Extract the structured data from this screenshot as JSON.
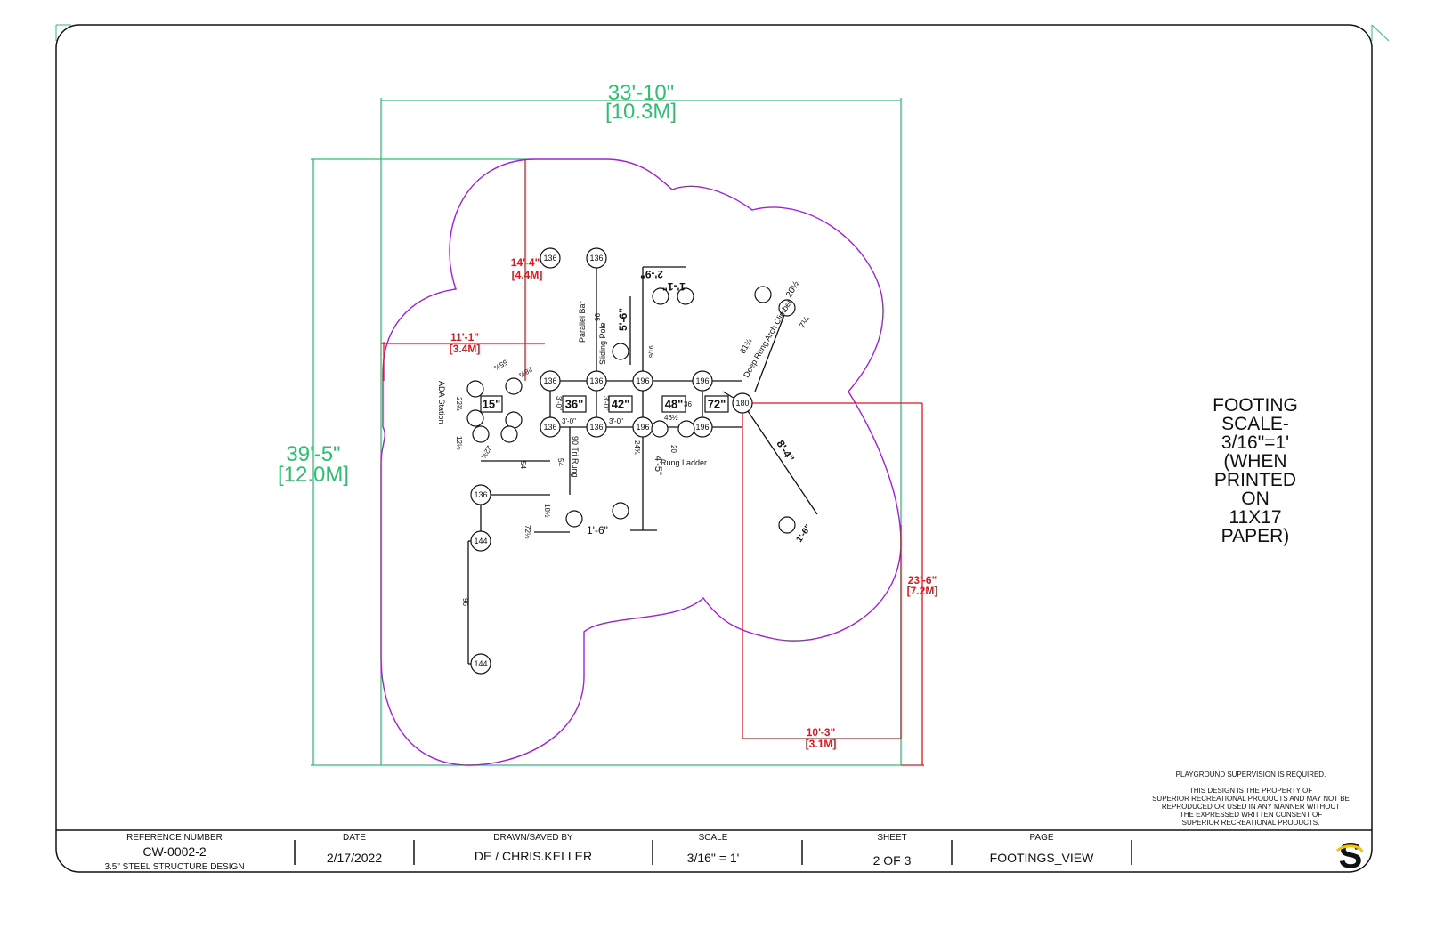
{
  "dimensions": {
    "width_total": {
      "imperial": "33'-10\"",
      "metric": "[10.3M]"
    },
    "height_total": {
      "imperial": "39'-5\"",
      "metric": "[12.0M]"
    },
    "top_offset": {
      "imperial": "14'-4\"",
      "metric": "[4.4M]"
    },
    "left_offset": {
      "imperial": "11'-1\"",
      "metric": "[3.4M]"
    },
    "right_height": {
      "imperial": "23'-6\"",
      "metric": "[7.2M]"
    },
    "bottom_width": {
      "imperial": "10'-3\"",
      "metric": "[3.1M]"
    }
  },
  "component_labels": {
    "ada": "ADA Station",
    "parallel_bar": "Parallel Bar",
    "sliding_pole": "Sliding Pole",
    "tri_rung": "90 Tri Rung",
    "rung_ladder": "Rung Ladder",
    "arch_climber": "Deep Rung Arch Climber"
  },
  "deck_heights": [
    "15\"",
    "36\"",
    "42\"",
    "48\"",
    "72\""
  ],
  "footing_labels": [
    "136",
    "136",
    "136",
    "136",
    "136",
    "136",
    "196",
    "196",
    "196",
    "196",
    "180",
    "144",
    "144",
    "136"
  ],
  "small_dims": {
    "a": "2'-9\"",
    "b": "1'-1\"",
    "c": "20½",
    "d": "7¼",
    "e": "81¾",
    "f": "8'-4\"",
    "g": "1'-6\"",
    "h": "3'-0\"",
    "i": "3'-0\"",
    "j": "3'-0\"",
    "k": "3'-0\"",
    "l": "1'-6\"",
    "m": "4'-5\"",
    "n": "96",
    "o": "96",
    "p": "54",
    "q": "54",
    "r": "18½",
    "s": "72½",
    "t": "28¾",
    "u": "55¾",
    "v": "22¾",
    "w": "12½",
    "x": "22¾",
    "y": "46½",
    "z": "36",
    "aa": "20",
    "ab": "24¾",
    "ac": "5'-6\"",
    "ad": "9/16"
  },
  "scale_note": {
    "lines": [
      "FOOTING",
      "SCALE-",
      "3/16\"=1'",
      "(WHEN",
      "PRINTED",
      "ON",
      "11X17",
      "PAPER)"
    ]
  },
  "notes": {
    "supervision": "PLAYGROUND SUPERVISION IS REQUIRED.",
    "property": [
      "THIS DESIGN IS THE PROPERTY OF",
      "SUPERIOR RECREATIONAL PRODUCTS AND MAY NOT BE",
      "REPRODUCED OR USED IN ANY MANNER WITHOUT",
      "THE EXPRESSED WRITTEN CONSENT OF",
      "SUPERIOR RECREATIONAL PRODUCTS."
    ]
  },
  "title_block": {
    "reference_label": "REFERENCE NUMBER",
    "reference_value": "CW-0002-2",
    "reference_sub": "3.5\" STEEL STRUCTURE DESIGN",
    "date_label": "DATE",
    "date_value": "2/17/2022",
    "drawn_label": "DRAWN/SAVED BY",
    "drawn_value": "DE / CHRIS.KELLER",
    "scale_label": "SCALE",
    "scale_value": "3/16\" = 1'",
    "sheet_label": "SHEET",
    "sheet_value": "2 OF 3",
    "page_label": "PAGE",
    "page_value": "FOOTINGS_VIEW",
    "logo_letter": "S"
  },
  "colors": {
    "overall_dims": "#2fbf71",
    "offset_dims": "#e0161c",
    "use_zone": "#a020d8",
    "logo": "#f5c400"
  }
}
